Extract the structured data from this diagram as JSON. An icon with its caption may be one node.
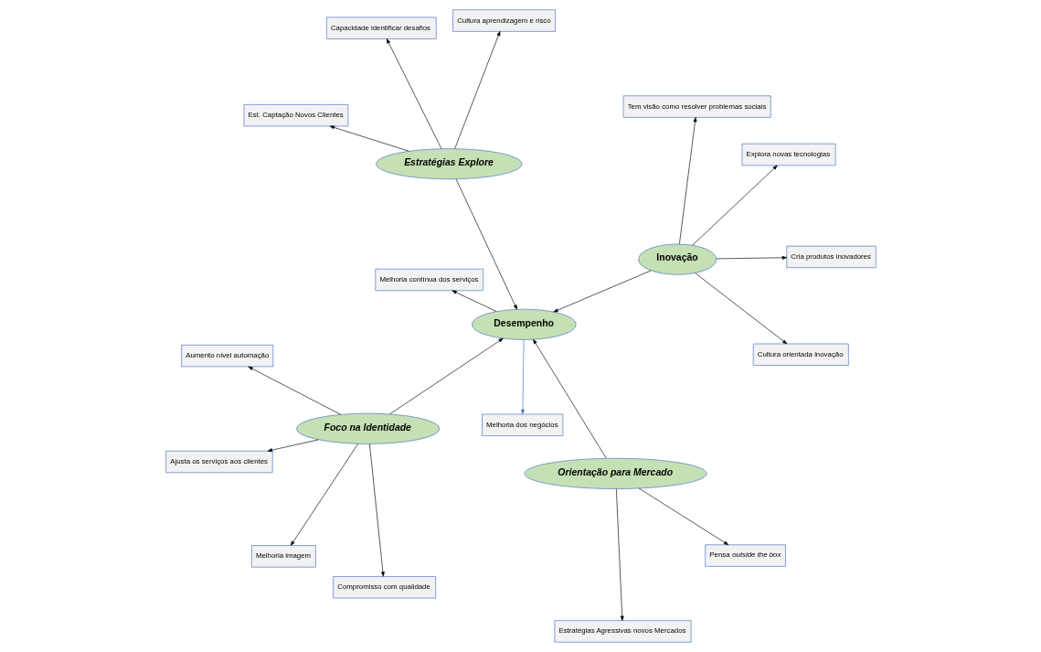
{
  "diagram": {
    "nodes": [
      {
        "text": [
          "Ajusta os serviços aos clientes"
        ]
      },
      {
        "text": [
          "Orientação para Mercado"
        ]
      },
      {
        "text": [
          "Estratégias Agressivas novos Mercados"
        ]
      },
      {
        "text": [
          "Pensa *outside the box*"
        ]
      },
      {
        "text": [
          "Aumento nível automação"
        ]
      },
      {
        "text": [
          "Foco na Identidade"
        ]
      },
      {
        "text": [
          "Melhoria imagem"
        ]
      },
      {
        "text": [
          "Compromisso com qualidade"
        ]
      },
      {
        "text": [
          "Melhoria dos negócios"
        ]
      },
      {
        "text": [
          "Cultura orientada inovação"
        ]
      },
      {
        "text": [
          "Desempenho"
        ]
      },
      {
        "text": [
          "Melhoria contínua dos serviços"
        ]
      },
      {
        "text": [
          "Cria produtos inovadores"
        ]
      },
      {
        "text": [
          "Explora novas tecnologias"
        ]
      },
      {
        "text": [
          "Capacidade identificar desafios"
        ]
      },
      {
        "text": [
          "Inovação"
        ]
      },
      {
        "text": [
          "Cultura aprendizagem e risco"
        ]
      },
      {
        "text": [
          "Estratégias Explore"
        ]
      },
      {
        "text": [
          "Tem visão como resolver problemas sociais"
        ]
      },
      {
        "text": [
          "Est. Captação Novos Clientes"
        ]
      }
    ],
    "edges": [
      {
        "from": 5,
        "to": 0,
        "arrow": "to"
      },
      {
        "from": 5,
        "to": 4,
        "arrow": "to"
      },
      {
        "from": 5,
        "to": 6,
        "arrow": "to"
      },
      {
        "from": 5,
        "to": 7,
        "arrow": "to"
      },
      {
        "from": 5,
        "to": 10,
        "arrow": "to"
      },
      {
        "from": 1,
        "to": 3,
        "arrow": "to"
      },
      {
        "from": 1,
        "to": 2,
        "arrow": "to"
      },
      {
        "from": 1,
        "to": 10,
        "arrow": "to"
      },
      {
        "from": 10,
        "to": 8,
        "arrow": "to",
        "color": "#4472c4"
      },
      {
        "from": 10,
        "to": 11,
        "arrow": "to"
      },
      {
        "from": 15,
        "to": 9,
        "arrow": "to"
      },
      {
        "from": 15,
        "to": 12,
        "arrow": "to"
      },
      {
        "from": 15,
        "to": 13,
        "arrow": "to"
      },
      {
        "from": 15,
        "to": 18,
        "arrow": "to"
      },
      {
        "from": 15,
        "to": 10,
        "arrow": "to"
      },
      {
        "from": 17,
        "to": 10,
        "arrow": "to"
      },
      {
        "from": 17,
        "to": 16,
        "arrow": "to"
      },
      {
        "from": 17,
        "to": 14,
        "arrow": "to"
      },
      {
        "from": 17,
        "to": 19,
        "arrow": "to"
      }
    ]
  }
}
